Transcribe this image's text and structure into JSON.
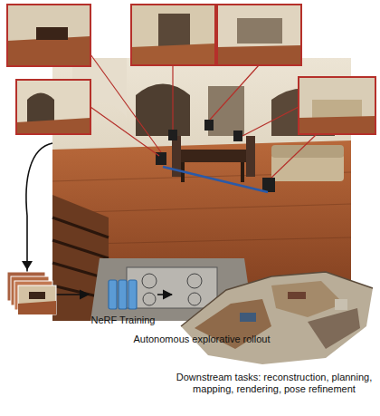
{
  "diagram": {
    "nodes": [
      {
        "text": [
          "Autonomous explorative rollout"
        ]
      },
      {
        "text": [
          "NeRF Training"
        ]
      },
      {
        "text": [
          "Downstream tasks: reconstruction, planning, mapping, rendering, pose refinement"
        ]
      }
    ],
    "edges": [
      {
        "from": 0,
        "to": 1,
        "arrow": "to"
      },
      {
        "from": 1,
        "to": 2,
        "arrow": "to"
      }
    ]
  }
}
